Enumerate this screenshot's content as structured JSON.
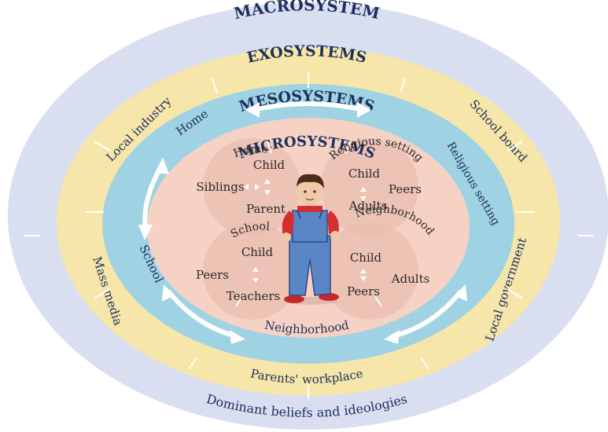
{
  "rings": {
    "macro": {
      "title": "MACROSYSTEM",
      "color": "#d9def1"
    },
    "exo": {
      "title": "EXOSYSTEMS",
      "color": "#f6e6a9"
    },
    "meso": {
      "title": "MESOSYSTEMS",
      "color": "#9fd2e2"
    },
    "micro": {
      "title": "MICROSYSTEMS",
      "color": "#f6d2c4"
    }
  },
  "macro_labels": {
    "beliefs": "Dominant beliefs and ideologies"
  },
  "exo_labels": {
    "industry": "Local industry",
    "board": "School board",
    "media": "Mass media",
    "government": "Local government",
    "workplace": "Parents' workplace"
  },
  "meso_labels": {
    "home": "Home",
    "religious": "Religious setting",
    "school": "School",
    "neighborhood": "Neighborhood"
  },
  "micro_settings": {
    "home": {
      "title": "Home",
      "child": "Child",
      "a": "Siblings",
      "b": "Parent"
    },
    "religious": {
      "title": "Religious setting",
      "child": "Child",
      "a": "Peers",
      "b": "Adults"
    },
    "school": {
      "title": "School",
      "child": "Child",
      "a": "Peers",
      "b": "Teachers"
    },
    "neighborhood": {
      "title": "Neighborhood",
      "child": "Child",
      "a": "Adults",
      "b": "Peers"
    }
  }
}
